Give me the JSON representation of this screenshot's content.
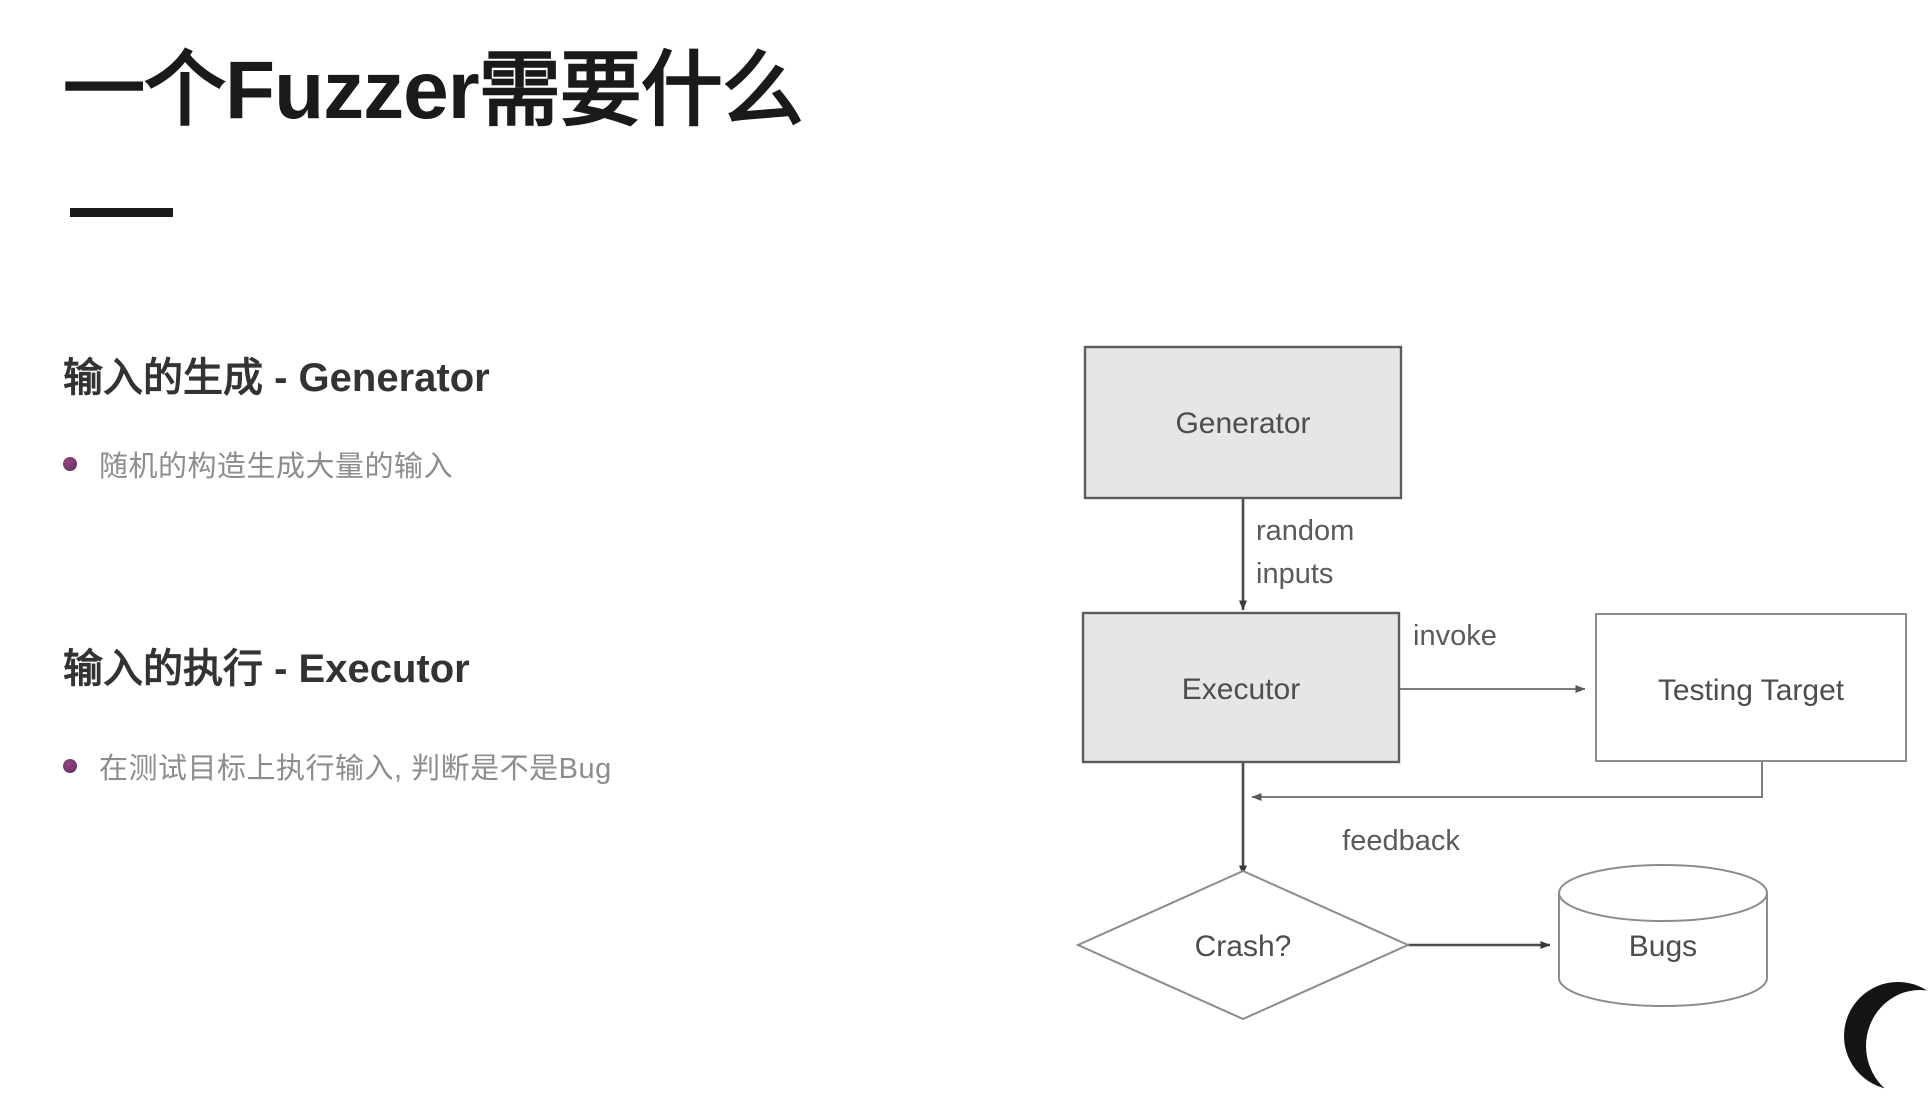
{
  "slide": {
    "title": "一个Fuzzer需要什么",
    "rule": "—",
    "background_color": "#ffffff",
    "title_color": "#1a1a1a"
  },
  "content": {
    "sections": [
      {
        "heading": "输入的生成 - Generator",
        "bullets": [
          {
            "text": "随机的构造生成大量的输入",
            "marker": "bullet-dot"
          }
        ]
      },
      {
        "heading": "输入的执行 - Executor",
        "bullets": [
          {
            "text": "在测试目标上执行输入, 判断是不是Bug",
            "marker": "bullet-dot"
          }
        ]
      }
    ],
    "heading_color": "#333333",
    "bullet_text_color": "#8d8d8d",
    "bullet_marker_color": "#7a3b72"
  },
  "diagram": {
    "type": "flowchart",
    "nodes": [
      {
        "id": "generator",
        "label": "Generator",
        "shape": "rectangle",
        "fill": "#e6e6e6",
        "stroke": "#5c5c5c"
      },
      {
        "id": "executor",
        "label": "Executor",
        "shape": "rectangle",
        "fill": "#e6e6e6",
        "stroke": "#5c5c5c"
      },
      {
        "id": "testing-target",
        "label": "Testing Target",
        "shape": "rectangle",
        "fill": "#ffffff",
        "stroke": "#8c8c8c"
      },
      {
        "id": "crash",
        "label": "Crash?",
        "shape": "diamond",
        "fill": "#ffffff",
        "stroke": "#8c8c8c"
      },
      {
        "id": "bugs",
        "label": "Bugs",
        "shape": "cylinder",
        "fill": "#ffffff",
        "stroke": "#8c8c8c"
      }
    ],
    "edges": [
      {
        "id": "gen-to-exec",
        "from": "generator",
        "to": "executor",
        "label_line1": "random",
        "label_line2": "inputs"
      },
      {
        "id": "exec-to-target",
        "from": "executor",
        "to": "testing-target",
        "label_line1": "invoke",
        "label_line2": ""
      },
      {
        "id": "target-to-exec",
        "from": "testing-target",
        "to": "executor",
        "label_line1": "feedback",
        "label_line2": ""
      },
      {
        "id": "exec-to-crash",
        "from": "executor",
        "to": "crash",
        "label_line1": "",
        "label_line2": ""
      },
      {
        "id": "crash-to-bugs",
        "from": "crash",
        "to": "bugs",
        "label_line1": "",
        "label_line2": ""
      }
    ],
    "label_color": "#5a5a5a",
    "node_label_color": "#4d4d4d"
  }
}
